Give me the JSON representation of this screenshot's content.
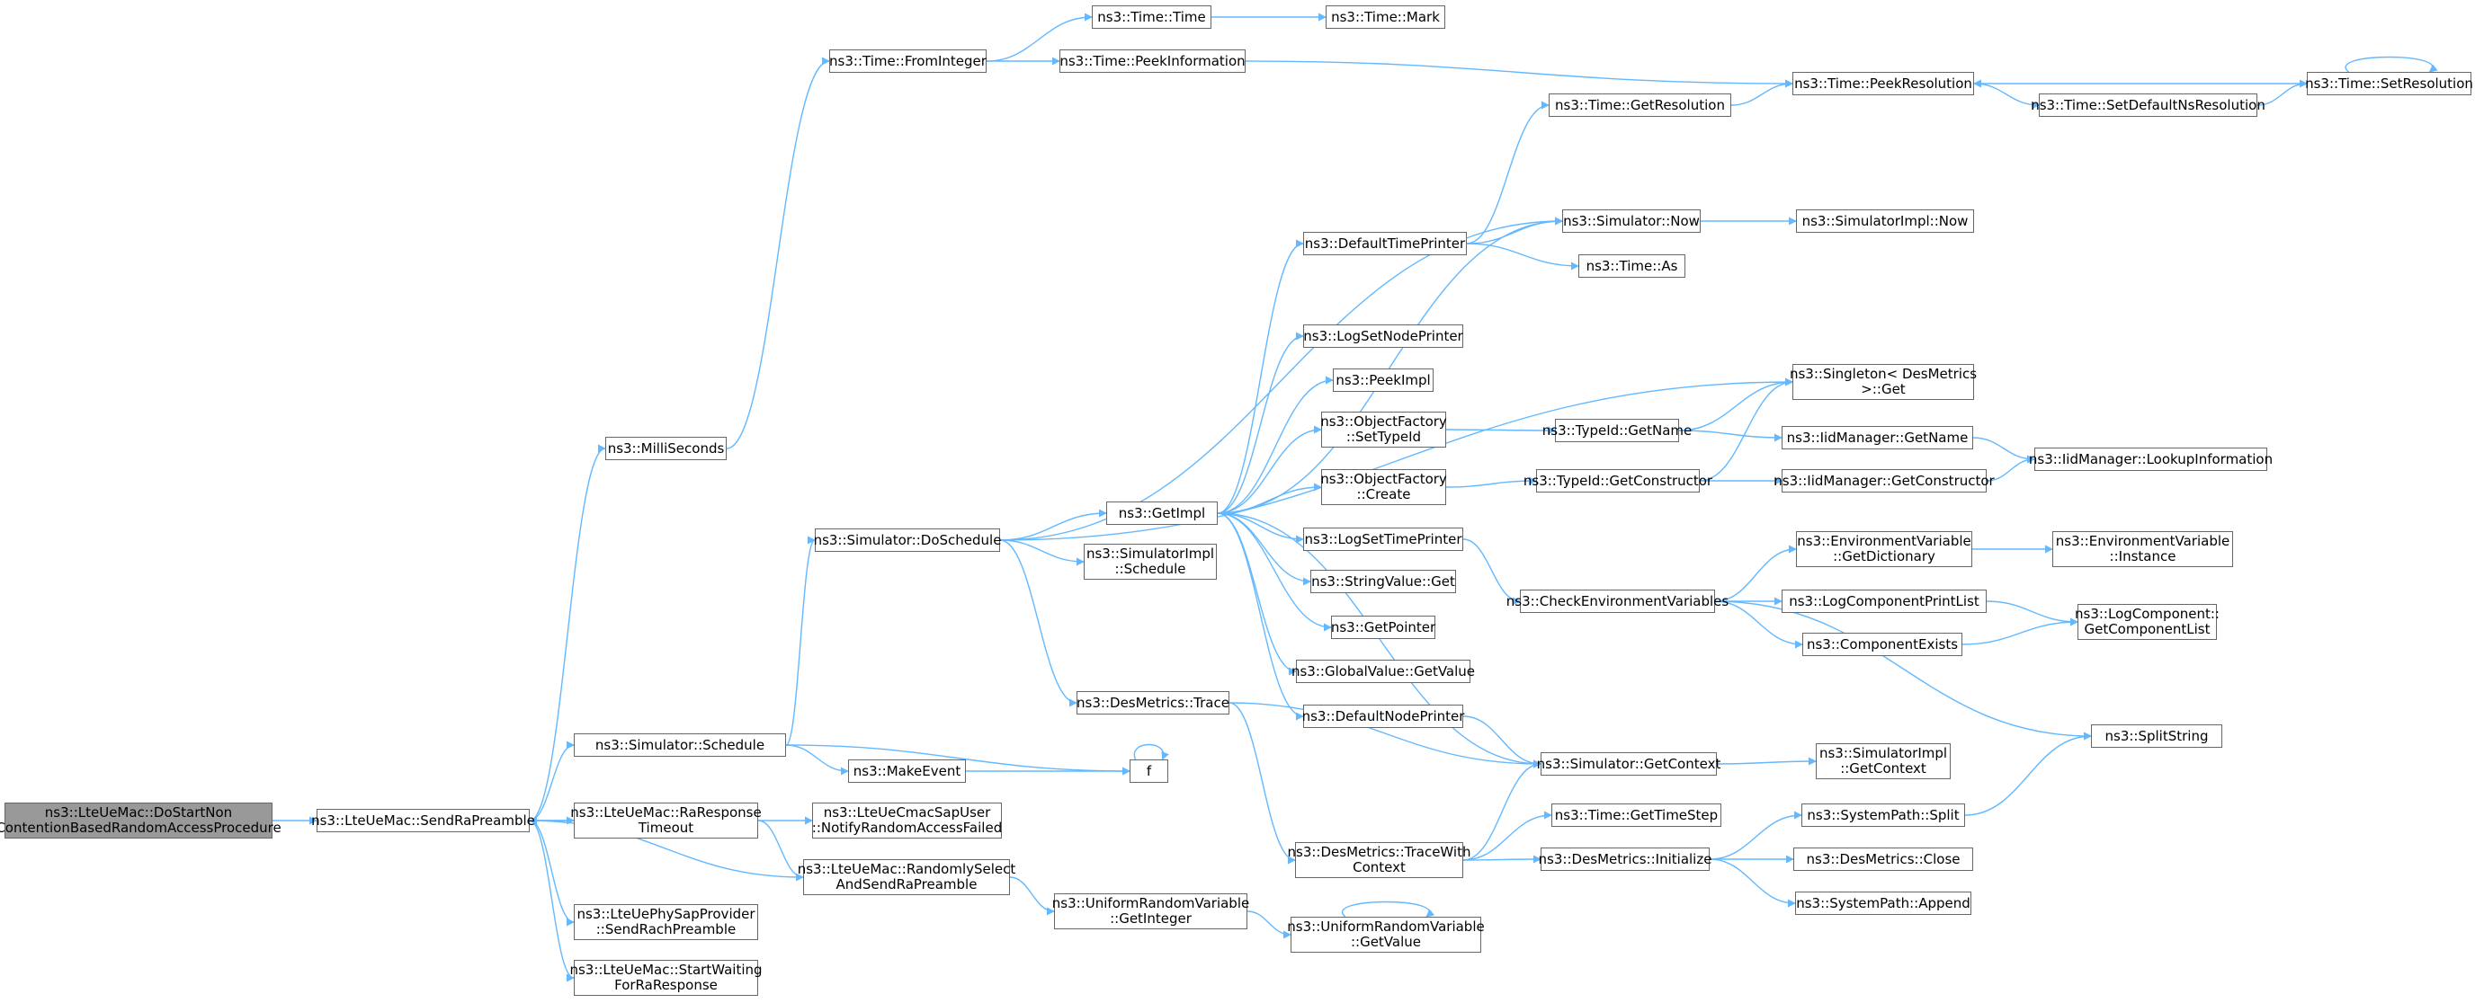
{
  "colors": {
    "edge": "#63b8ff",
    "node_border": "#666666",
    "root_fill": "#999999"
  },
  "nodes": [
    {
      "id": "root",
      "label": "ns3::LteUeMac::DoStartNon\nContentionBasedRandomAccessProcedure"
    },
    {
      "id": "sendra",
      "label": "ns3::LteUeMac::SendRaPreamble"
    },
    {
      "id": "milli",
      "label": "ns3::MilliSeconds"
    },
    {
      "id": "sched",
      "label": "ns3::Simulator::Schedule"
    },
    {
      "id": "raresp",
      "label": "ns3::LteUeMac::RaResponse\nTimeout"
    },
    {
      "id": "rach",
      "label": "ns3::LteUePhySapProvider\n::SendRachPreamble"
    },
    {
      "id": "startw",
      "label": "ns3::LteUeMac::StartWaiting\nForRaResponse"
    },
    {
      "id": "fromint",
      "label": "ns3::Time::FromInteger"
    },
    {
      "id": "time",
      "label": "ns3::Time::Time"
    },
    {
      "id": "mark",
      "label": "ns3::Time::Mark"
    },
    {
      "id": "peekinfo",
      "label": "ns3::Time::PeekInformation"
    },
    {
      "id": "peekres",
      "label": "ns3::Time::PeekResolution"
    },
    {
      "id": "setres",
      "label": "ns3::Time::SetResolution"
    },
    {
      "id": "setdef",
      "label": "ns3::Time::SetDefaultNsResolution"
    },
    {
      "id": "getres",
      "label": "ns3::Time::GetResolution"
    },
    {
      "id": "doschedule",
      "label": "ns3::Simulator::DoSchedule"
    },
    {
      "id": "getimpl",
      "label": "ns3::GetImpl"
    },
    {
      "id": "simimplsched",
      "label": "ns3::SimulatorImpl\n::Schedule"
    },
    {
      "id": "destrace",
      "label": "ns3::DesMetrics::Trace"
    },
    {
      "id": "makeevent",
      "label": "ns3::MakeEvent"
    },
    {
      "id": "f",
      "label": "f"
    },
    {
      "id": "notify",
      "label": "ns3::LteUeCmacSapUser\n::NotifyRandomAccessFailed"
    },
    {
      "id": "randsel",
      "label": "ns3::LteUeMac::RandomlySelect\nAndSendRaPreamble"
    },
    {
      "id": "getinteger",
      "label": "ns3::UniformRandomVariable\n::GetInteger"
    },
    {
      "id": "getvalue",
      "label": "ns3::UniformRandomVariable\n::GetValue"
    },
    {
      "id": "defprinter",
      "label": "ns3::DefaultTimePrinter"
    },
    {
      "id": "simnow",
      "label": "ns3::Simulator::Now"
    },
    {
      "id": "implnow",
      "label": "ns3::SimulatorImpl::Now"
    },
    {
      "id": "timeas",
      "label": "ns3::Time::As"
    },
    {
      "id": "logsetnode",
      "label": "ns3::LogSetNodePrinter"
    },
    {
      "id": "peekimpl",
      "label": "ns3::PeekImpl"
    },
    {
      "id": "ofsettype",
      "label": "ns3::ObjectFactory\n::SetTypeId"
    },
    {
      "id": "ofcreate",
      "label": "ns3::ObjectFactory\n::Create"
    },
    {
      "id": "logsettime",
      "label": "ns3::LogSetTimePrinter"
    },
    {
      "id": "strget",
      "label": "ns3::StringValue::Get"
    },
    {
      "id": "getpointer",
      "label": "ns3::GetPointer"
    },
    {
      "id": "gvget",
      "label": "ns3::GlobalValue::GetValue"
    },
    {
      "id": "defnode",
      "label": "ns3::DefaultNodePrinter"
    },
    {
      "id": "singleton",
      "label": "ns3::Singleton< DesMetrics\n>::Get"
    },
    {
      "id": "tidname",
      "label": "ns3::TypeId::GetName"
    },
    {
      "id": "tidctor",
      "label": "ns3::TypeId::GetConstructor"
    },
    {
      "id": "iidname",
      "label": "ns3::IidManager::GetName"
    },
    {
      "id": "iidctor",
      "label": "ns3::IidManager::GetConstructor"
    },
    {
      "id": "lookup",
      "label": "ns3::IidManager::LookupInformation"
    },
    {
      "id": "checkenv",
      "label": "ns3::CheckEnvironmentVariables"
    },
    {
      "id": "envdict",
      "label": "ns3::EnvironmentVariable\n::GetDictionary"
    },
    {
      "id": "envinst",
      "label": "ns3::EnvironmentVariable\n::Instance"
    },
    {
      "id": "logprint",
      "label": "ns3::LogComponentPrintList"
    },
    {
      "id": "compexists",
      "label": "ns3::ComponentExists"
    },
    {
      "id": "getcomplist",
      "label": "ns3::LogComponent::\nGetComponentList"
    },
    {
      "id": "splitstr",
      "label": "ns3::SplitString"
    },
    {
      "id": "simgetctx",
      "label": "ns3::Simulator::GetContext"
    },
    {
      "id": "implgetctx",
      "label": "ns3::SimulatorImpl\n::GetContext"
    },
    {
      "id": "tracewith",
      "label": "ns3::DesMetrics::TraceWith\nContext"
    },
    {
      "id": "timestep",
      "label": "ns3::Time::GetTimeStep"
    },
    {
      "id": "desinit",
      "label": "ns3::DesMetrics::Initialize"
    },
    {
      "id": "spsplit",
      "label": "ns3::SystemPath::Split"
    },
    {
      "id": "desclose",
      "label": "ns3::DesMetrics::Close"
    },
    {
      "id": "spappend",
      "label": "ns3::SystemPath::Append"
    }
  ]
}
